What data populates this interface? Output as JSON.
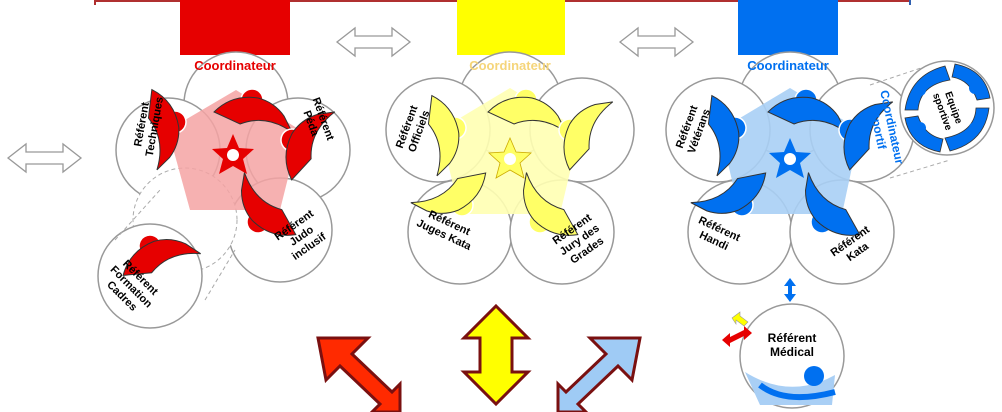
{
  "colors": {
    "red": "#e60000",
    "red_light": "#f4a3a3",
    "yellow": "#ffff00",
    "yellow_light": "#ffffb3",
    "yellow_text": "#f5d57a",
    "blue": "#0070f0",
    "blue_light": "#a9cff5",
    "dark_red": "#7a1010",
    "arrow_red": "#ff2a00",
    "arrow_blue": "#9fcbf5"
  },
  "groups": {
    "red": {
      "coordinator": "Coordinateur",
      "referents": {
        "techniques": [
          "Référent",
          "Techniques"
        ],
        "peda": [
          "Référent",
          "Péda"
        ],
        "judo_inclusif": [
          "Référent",
          "Judo",
          "inclusif"
        ],
        "formation_cadres": [
          "Référent",
          "Formation",
          "Cadres"
        ]
      }
    },
    "yellow": {
      "coordinator": "Coordinateur",
      "referents": {
        "officiels": [
          "Référent",
          "Officiels"
        ],
        "juges_kata": [
          "Référent",
          "Juges Kata"
        ],
        "jury_grades": [
          "Référent",
          "Jury des",
          "Grades"
        ]
      }
    },
    "blue": {
      "coordinator": "Coordinateur",
      "coordinator_sportif": [
        "Coordinateur",
        "Sportif"
      ],
      "equipe_sportive": [
        "Equipe",
        "sportive"
      ],
      "referents": {
        "veterans": [
          "Référent",
          "Vétérans"
        ],
        "handi": [
          "Référent",
          "Handi"
        ],
        "kata": [
          "Référent",
          "Kata"
        ],
        "medical": [
          "Référent",
          "Médical"
        ]
      }
    }
  },
  "icons": [
    "double-arrow-icon",
    "star-person-icon",
    "person-icon",
    "bidirectional-arrow-icon"
  ]
}
